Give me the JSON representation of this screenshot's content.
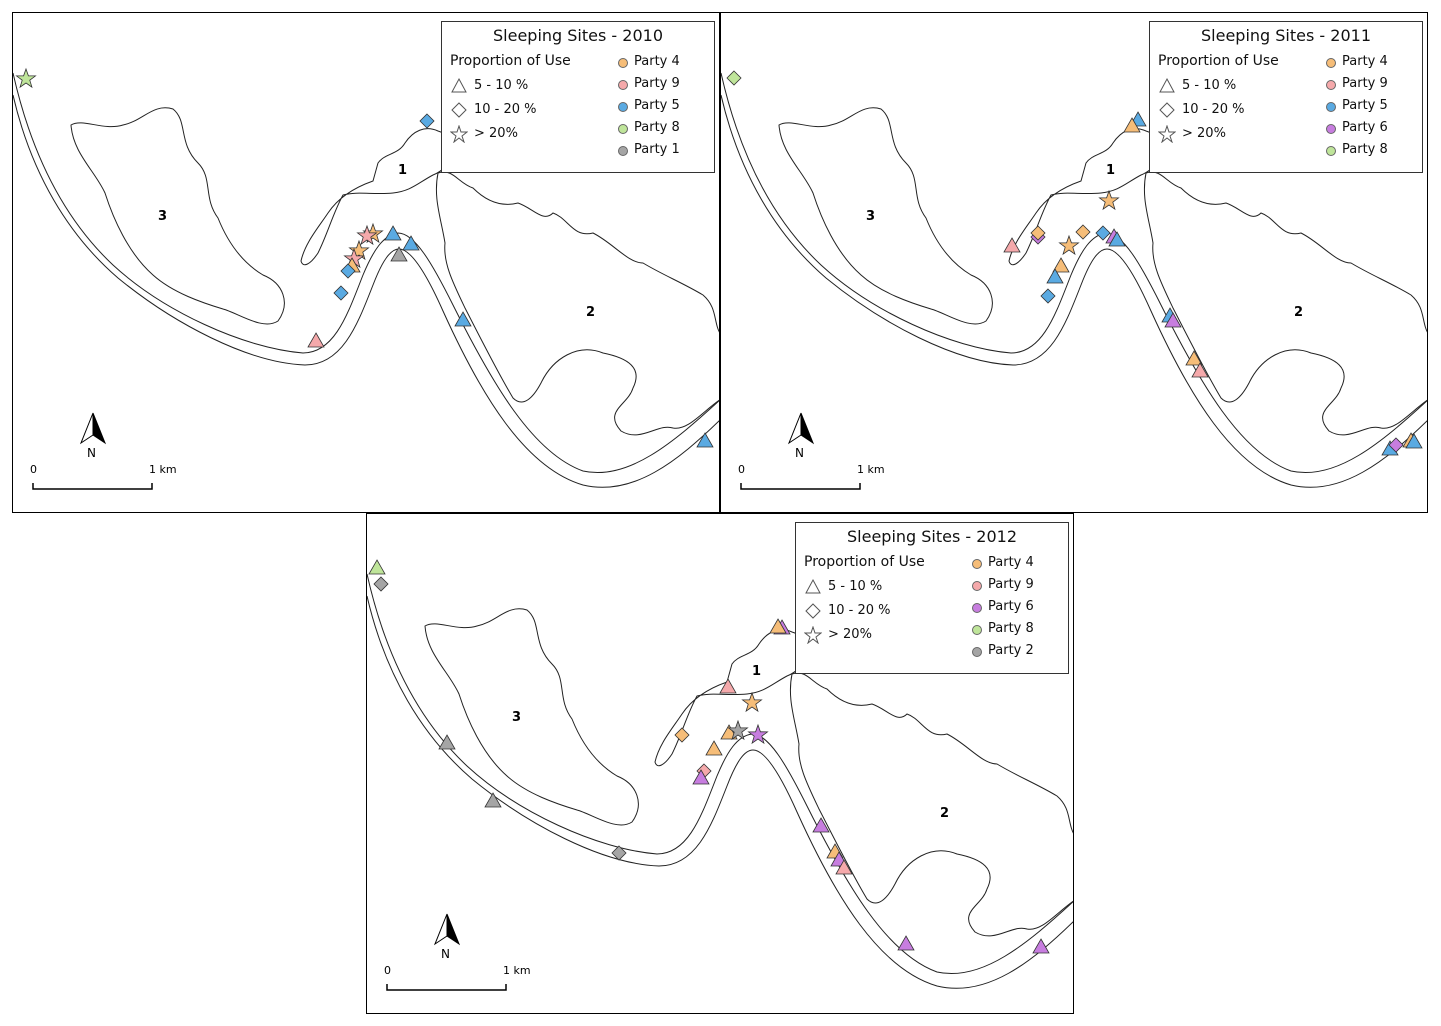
{
  "party_colors": {
    "Party 1": "#a5a5a5",
    "Party 2": "#a5a5a5",
    "Party 4": "#f6bd78",
    "Party 5": "#5aaae2",
    "Party 6": "#c77ddf",
    "Party 8": "#bfe59a",
    "Party 9": "#f5a9ab"
  },
  "legend_common": {
    "proportion_title": "Proportion of Use",
    "categories": [
      "5 - 10 %",
      "10 - 20 %",
      "> 20%"
    ]
  },
  "region_labels": [
    "1",
    "2",
    "3"
  ],
  "north_label": "N",
  "scale": {
    "start": "0",
    "end": "1 km"
  },
  "panels": [
    {
      "title": "Sleeping Sites - 2010",
      "parties": [
        "Party 4",
        "Party 9",
        "Party 5",
        "Party 8",
        "Party 1"
      ],
      "sites": [
        [
          "Party 8",
          "star"
        ],
        [
          "Party 5",
          "diamond"
        ],
        [
          "Party 4",
          "star"
        ],
        [
          "Party 4",
          "star"
        ],
        [
          "Party 9",
          "star"
        ],
        [
          "Party 9",
          "star"
        ],
        [
          "Party 5",
          "triangle"
        ],
        [
          "Party 5",
          "triangle"
        ],
        [
          "Party 1",
          "triangle"
        ],
        [
          "Party 4",
          "triangle"
        ],
        [
          "Party 5",
          "diamond"
        ],
        [
          "Party 5",
          "diamond"
        ],
        [
          "Party 9",
          "triangle"
        ],
        [
          "Party 5",
          "triangle"
        ],
        [
          "Party 5",
          "triangle"
        ]
      ]
    },
    {
      "title": "Sleeping Sites - 2011",
      "parties": [
        "Party 4",
        "Party 9",
        "Party 5",
        "Party 6",
        "Party 8"
      ],
      "sites": [
        [
          "Party 8",
          "diamond"
        ],
        [
          "Party 5",
          "triangle"
        ],
        [
          "Party 4",
          "triangle"
        ],
        [
          "Party 4",
          "star"
        ],
        [
          "Party 9",
          "triangle"
        ],
        [
          "Party 6",
          "diamond"
        ],
        [
          "Party 4",
          "diamond"
        ],
        [
          "Party 4",
          "diamond"
        ],
        [
          "Party 4",
          "star"
        ],
        [
          "Party 5",
          "diamond"
        ],
        [
          "Party 6",
          "triangle"
        ],
        [
          "Party 5",
          "triangle"
        ],
        [
          "Party 4",
          "triangle"
        ],
        [
          "Party 5",
          "triangle"
        ],
        [
          "Party 5",
          "diamond"
        ],
        [
          "Party 5",
          "triangle"
        ],
        [
          "Party 6",
          "triangle"
        ],
        [
          "Party 4",
          "triangle"
        ],
        [
          "Party 9",
          "triangle"
        ],
        [
          "Party 5",
          "triangle"
        ],
        [
          "Party 6",
          "diamond"
        ],
        [
          "Party 4",
          "triangle"
        ],
        [
          "Party 5",
          "triangle"
        ]
      ]
    },
    {
      "title": "Sleeping Sites - 2012",
      "parties": [
        "Party 4",
        "Party 9",
        "Party 6",
        "Party 8",
        "Party 2"
      ],
      "sites": [
        [
          "Party 8",
          "triangle"
        ],
        [
          "Party 2",
          "diamond"
        ],
        [
          "Party 6",
          "triangle"
        ],
        [
          "Party 4",
          "triangle"
        ],
        [
          "Party 9",
          "triangle"
        ],
        [
          "Party 4",
          "star"
        ],
        [
          "Party 4",
          "diamond"
        ],
        [
          "Party 4",
          "triangle"
        ],
        [
          "Party 2",
          "star"
        ],
        [
          "Party 6",
          "star"
        ],
        [
          "Party 4",
          "triangle"
        ],
        [
          "Party 9",
          "diamond"
        ],
        [
          "Party 6",
          "triangle"
        ],
        [
          "Party 2",
          "triangle"
        ],
        [
          "Party 2",
          "triangle"
        ],
        [
          "Party 2",
          "diamond"
        ],
        [
          "Party 6",
          "triangle"
        ],
        [
          "Party 4",
          "triangle"
        ],
        [
          "Party 6",
          "triangle"
        ],
        [
          "Party 9",
          "triangle"
        ],
        [
          "Party 6",
          "triangle"
        ],
        [
          "Party 6",
          "triangle"
        ]
      ]
    }
  ]
}
